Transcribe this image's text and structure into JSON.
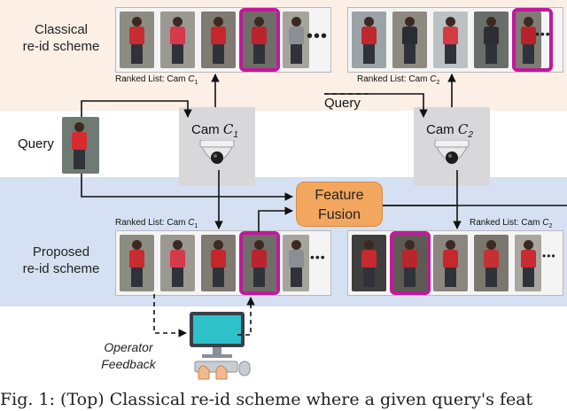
{
  "classical": {
    "label_line1": "Classical",
    "label_line2": "re-id scheme"
  },
  "proposed": {
    "label_line1": "Proposed",
    "label_line2": "re-id scheme"
  },
  "ranked_c1": {
    "prefix": "Ranked List: Cam ",
    "cam": "C",
    "sub": "1"
  },
  "ranked_c2": {
    "prefix": "Ranked List: Cam ",
    "cam": "C",
    "sub": "2"
  },
  "cam1": {
    "prefix": "Cam ",
    "cam": "C",
    "sub": "1"
  },
  "cam2": {
    "prefix": "Cam ",
    "cam": "C",
    "sub": "2"
  },
  "query_left": "Query",
  "query_mid": "Query",
  "fusion": {
    "line1": "Feature",
    "line2": "Fusion"
  },
  "operator": {
    "line1": "Operator",
    "line2": "Feedback"
  },
  "ellipsis": "•••",
  "caption": "Fig. 1: (Top) Classical re-id scheme where a given query's feat",
  "colors": {
    "highlight": "#c2189c",
    "top_band": "#fbefe6",
    "bottom_band": "#d5e1f2",
    "fusion": "#f2a65e",
    "camera_box": "#d8d8da"
  }
}
